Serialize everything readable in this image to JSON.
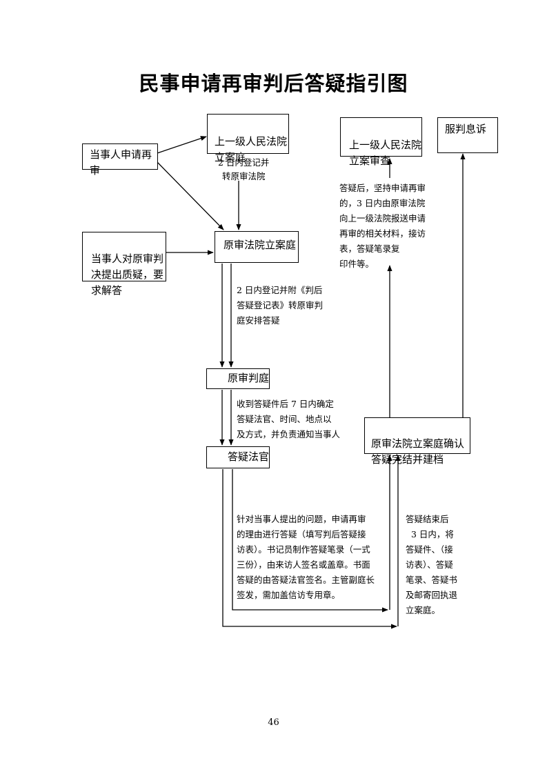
{
  "title": "民事申请再审判后答疑指引图",
  "boxes": {
    "applicant": "当事人申请再审",
    "upper_court_filing": "上一级人民法院\n立案庭",
    "applicant_question": "当事人对原审判\n决提出质疑，要\n求解答",
    "orig_filing": "原审法院立案庭",
    "orig_trial": "原审判庭",
    "qa_judge": "答疑法官",
    "orig_filing_confirm": "原审法院立案庭确认\n答疑完结并建档",
    "upper_court_review": "上一级人民法院\n立案审查",
    "accept": "服判息诉"
  },
  "notes": {
    "upper_transfer": "2 日内登记并\n转原审法院",
    "orig_register": "2 日内登记并附《判后\n答疑登记表》转原审判\n庭安排答疑",
    "trial_assign": "收到答疑件后 7 日内确定\n答疑法官、时间、地点以\n及方式，并负责通知当事人",
    "qa_process": "针对当事人提出的问题，申请再审\n的理由进行答疑（填写判后答疑接\n访表）。书记员制作答疑笔录（一式\n三份），由来访人签名或盖章。书面\n答疑的由答疑法官签名。主管副庭长\n签发，需加盖信访专用章。",
    "qa_end": "答疑结束后\n  3 日内，将\n答疑件、（接\n访表）、答疑\n笔录、答疑书\n及邮寄回执退\n立案庭。",
    "post_qa": "答疑后，坚持申请再审\n的，3 日内由原审法院\n向上一级法院报送申请\n再审的相关材料，接访\n表，答疑笔录复\n印件等。"
  },
  "page_number": "46"
}
